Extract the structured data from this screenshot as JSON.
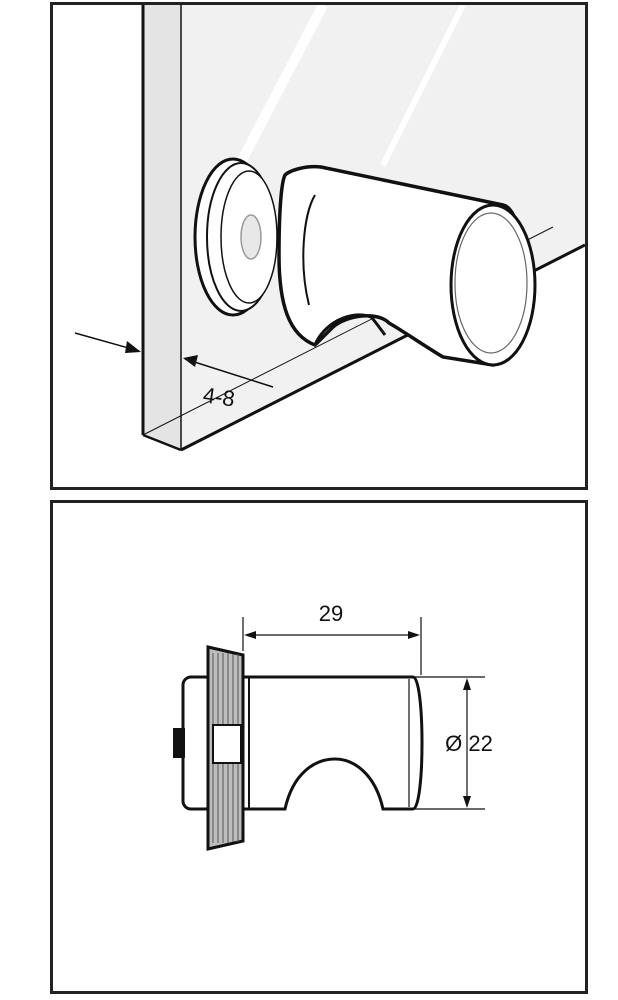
{
  "colors": {
    "line": "#111111",
    "glass_fill": "#f1f1f1",
    "glass_shadow": "#d8d8d8",
    "part_fill": "#ffffff",
    "grip_fill": "#bdbdbd"
  },
  "top_view": {
    "thickness_label": "4-8"
  },
  "side_view": {
    "length_label": "29",
    "diameter_label": "Ø 22"
  }
}
